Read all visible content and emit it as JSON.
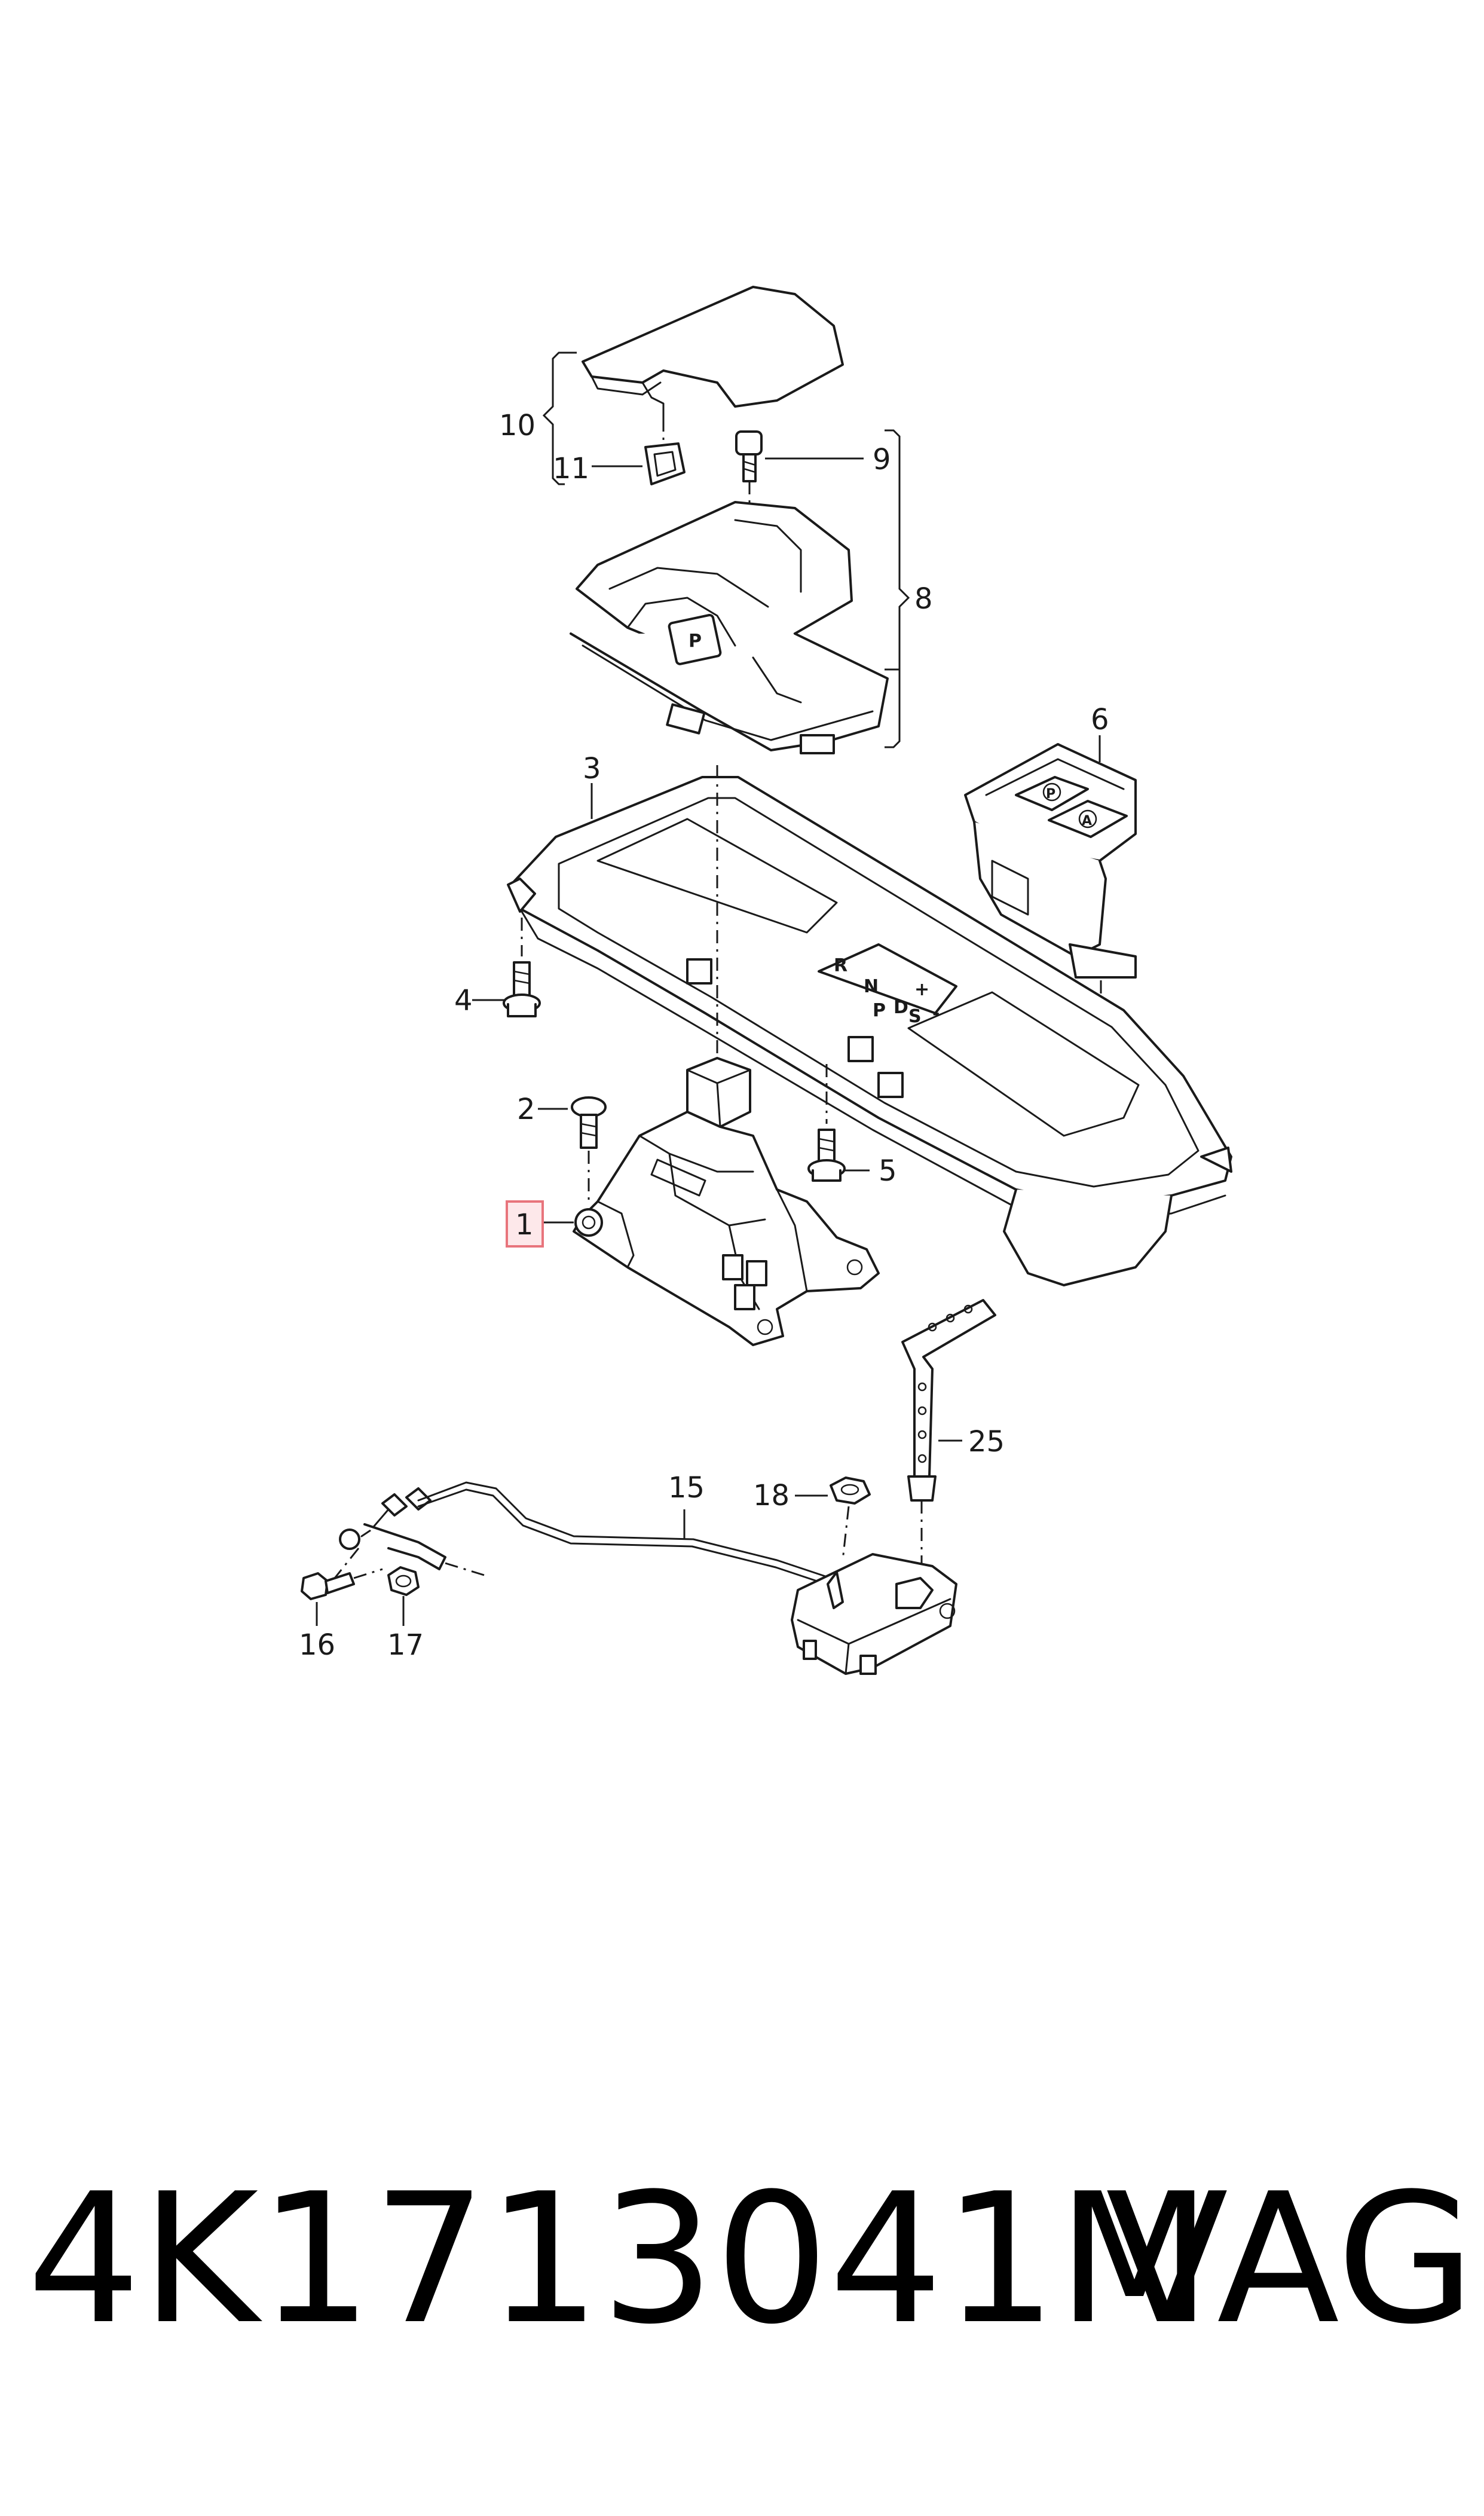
{
  "callouts": {
    "c1": "1",
    "c2": "2",
    "c3": "3",
    "c4": "4",
    "c5": "5",
    "c6": "6",
    "c8": "8",
    "c9": "9",
    "c10": "10",
    "c11": "11",
    "c15": "15",
    "c16": "16",
    "c17": "17",
    "c18": "18",
    "c25": "25"
  },
  "highlighted_callout": "1",
  "highlight_color": "#e8747c",
  "gate_labels": {
    "r": "R",
    "n": "N",
    "p": "P",
    "d": "D",
    "s": "S",
    "plus": "+",
    "minus": "-"
  },
  "button_glyphs": {
    "park_button": "P",
    "switch_left": "P",
    "switch_right": "A"
  },
  "footer": {
    "part_number": "4K1713041M",
    "brand": "VAG"
  }
}
